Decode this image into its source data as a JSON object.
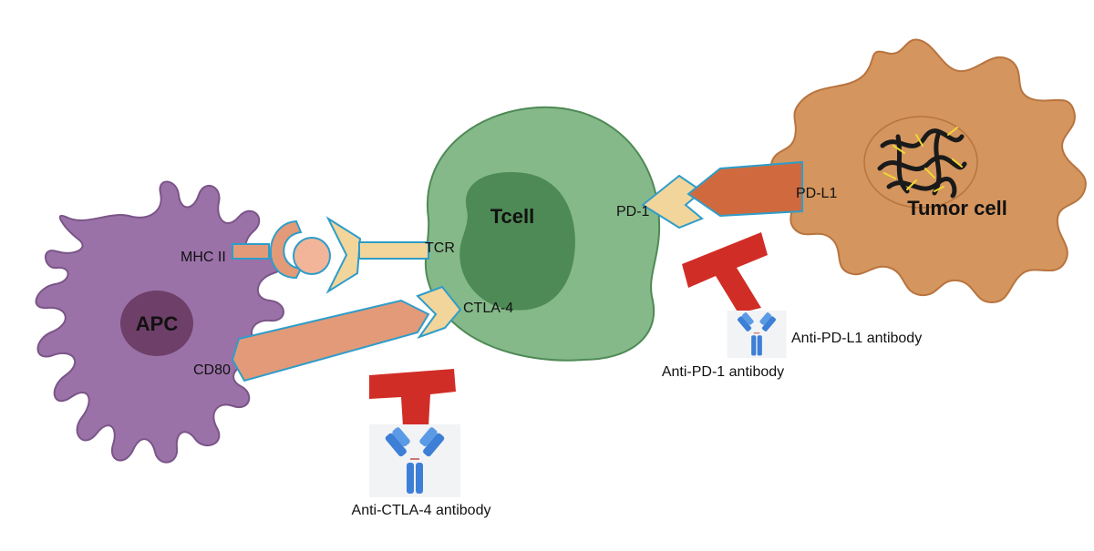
{
  "cells": {
    "apc": "APC",
    "tcell": "Tcell",
    "tumor": "Tumor cell"
  },
  "molecules": {
    "mhc2": "MHC II",
    "tcr": "TCR",
    "cd80": "CD80",
    "ctla4": "CTLA-4",
    "pd1": "PD-1",
    "pdl1": "PD-L1"
  },
  "antibodies": {
    "anti_ctla4": "Anti-CTLA-4 antibody",
    "anti_pd1": "Anti-PD-1 antibody",
    "anti_pdl1": "Anti-PD-L1 antibody"
  },
  "colors": {
    "apc_fill": "#9b72a8",
    "apc_nucleus": "#6e3f68",
    "tcell_fill": "#86b98a",
    "tcell_nucleus": "#4e8a55",
    "tumor_fill": "#d4955e",
    "receptor_tan": "#f2d59a",
    "ligand_salmon": "#e39a78",
    "pdl1_orange": "#d06a3e",
    "blocker_red": "#d12d27",
    "antibody_blue": "#3d7fd6",
    "outline_blue": "#2f9dc9"
  }
}
